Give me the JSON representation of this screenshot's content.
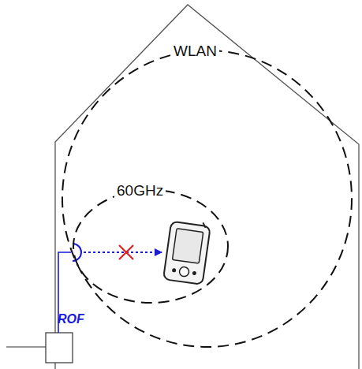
{
  "diagram": {
    "nodes": [
      {
        "text": [
          "WLAN"
        ]
      },
      {
        "text": [
          "60GHz"
        ],
        "in": 0
      }
    ],
    "labels": [
      "ROF"
    ]
  }
}
